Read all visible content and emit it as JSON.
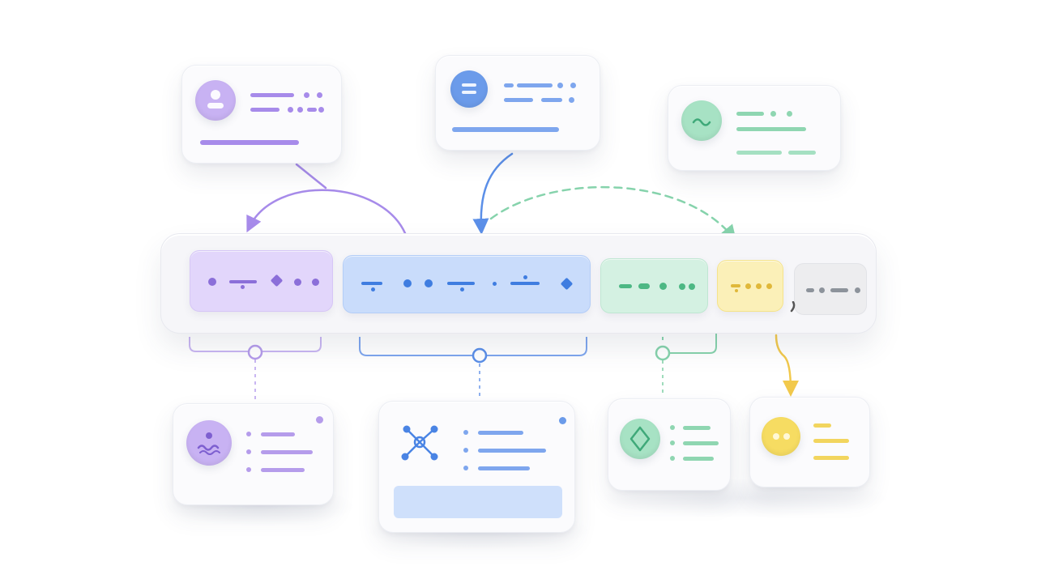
{
  "colors": {
    "purple": "#a78bea",
    "purple_light": "#e2d6fb",
    "blue": "#5b8fe8",
    "blue_light": "#c9dcfb",
    "green": "#86d3ac",
    "green_light": "#d4f1e2",
    "yellow": "#f2d55e",
    "yellow_light": "#fbf0b8",
    "gray": "#9aa0a8",
    "gray_light": "#ededef"
  },
  "top_cards": [
    {
      "id": "purple",
      "icon": "user-icon"
    },
    {
      "id": "blue",
      "icon": "menu-icon"
    },
    {
      "id": "green",
      "icon": "wave-icon"
    }
  ],
  "segments": [
    {
      "id": "purple",
      "color": "purple"
    },
    {
      "id": "blue",
      "color": "blue"
    },
    {
      "id": "green",
      "color": "green"
    },
    {
      "id": "yellow",
      "color": "yellow"
    },
    {
      "id": "gray",
      "color": "gray"
    }
  ],
  "bottom_cards": [
    {
      "id": "purple",
      "icon": "face-icon"
    },
    {
      "id": "blue",
      "icon": "network-icon"
    },
    {
      "id": "green",
      "icon": "diamond-icon"
    },
    {
      "id": "yellow",
      "icon": "dots-icon"
    }
  ]
}
